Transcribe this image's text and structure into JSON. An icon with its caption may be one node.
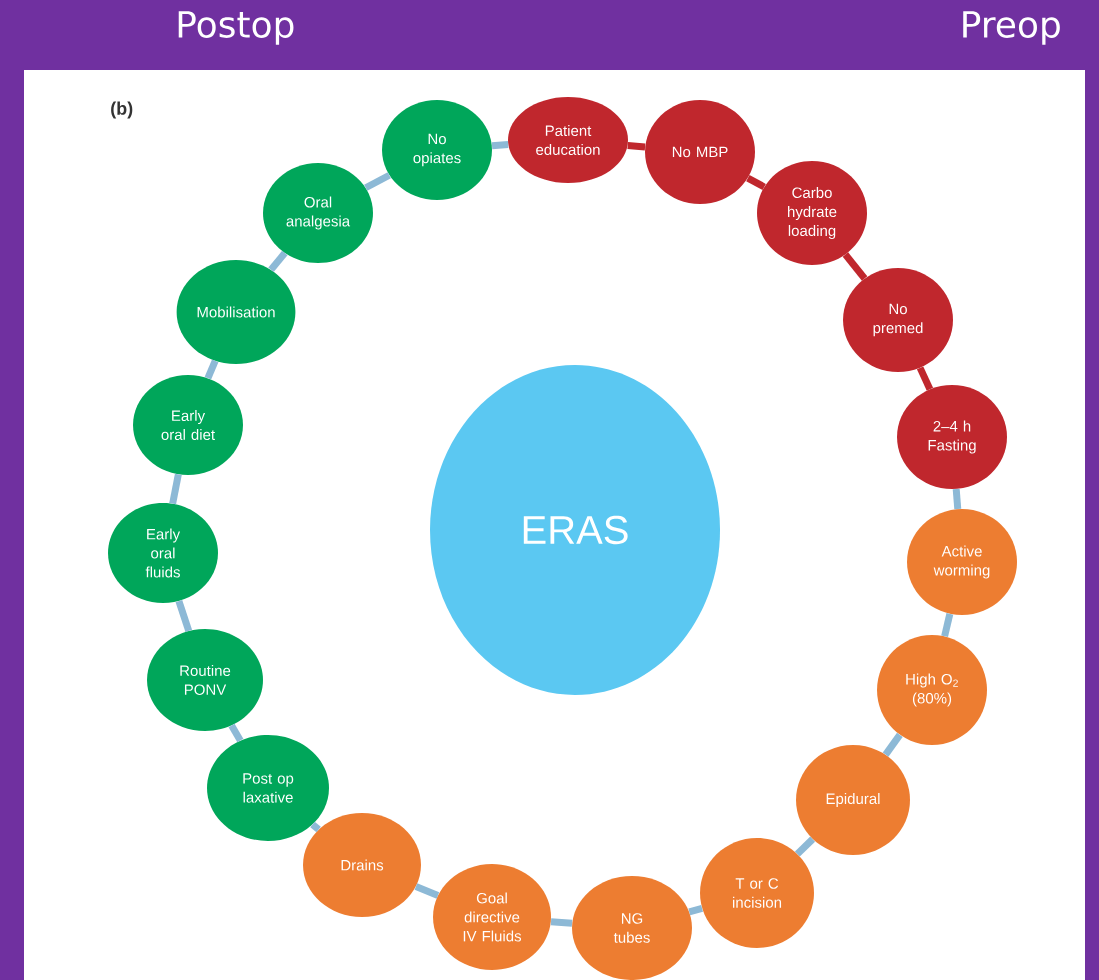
{
  "diagram": {
    "nodes": [
      {
        "text": [
          "Patient education"
        ]
      },
      {
        "text": [
          "No MBP"
        ]
      },
      {
        "text": [
          "Carbo hydrate loading"
        ]
      },
      {
        "text": [
          "No premed"
        ]
      },
      {
        "text": [
          "2–4 h Fasting"
        ]
      },
      {
        "text": [
          "Active worming"
        ]
      },
      {
        "text": [
          "High O$_{2}$ (80%)"
        ]
      },
      {
        "text": [
          "Epidural"
        ]
      },
      {
        "text": [
          "T or C incision"
        ]
      },
      {
        "text": [
          "NG tubes"
        ]
      },
      {
        "text": [
          "Goal directive IV Fluids"
        ]
      },
      {
        "text": [
          "Drains"
        ]
      },
      {
        "text": [
          "Post op laxative"
        ]
      },
      {
        "text": [
          "Routine PONV"
        ]
      },
      {
        "text": [
          "Early oral fluids"
        ]
      },
      {
        "text": [
          "Early oral diet"
        ]
      },
      {
        "text": [
          "Mobilisation"
        ]
      },
      {
        "text": [
          "Oral analgesia"
        ]
      },
      {
        "text": [
          "No opiates"
        ]
      },
      {
        "text": [
          "ERAS"
        ]
      }
    ],
    "edges": [
      {
        "from": 0,
        "to": 1,
        "arrow": "none",
        "color": "#c0272d"
      },
      {
        "from": 1,
        "to": 2,
        "arrow": "none",
        "color": "#c0272d"
      },
      {
        "from": 2,
        "to": 3,
        "arrow": "none",
        "color": "#c0272d"
      },
      {
        "from": 3,
        "to": 4,
        "arrow": "none",
        "color": "#c0272d"
      },
      {
        "from": 4,
        "to": 5,
        "arrow": "none"
      },
      {
        "from": 5,
        "to": 6,
        "arrow": "none"
      },
      {
        "from": 6,
        "to": 7,
        "arrow": "none"
      },
      {
        "from": 7,
        "to": 8,
        "arrow": "none"
      },
      {
        "from": 8,
        "to": 9,
        "arrow": "none"
      },
      {
        "from": 9,
        "to": 10,
        "arrow": "none"
      },
      {
        "from": 10,
        "to": 11,
        "arrow": "none"
      },
      {
        "from": 11,
        "to": 12,
        "arrow": "none"
      },
      {
        "from": 12,
        "to": 13,
        "arrow": "none"
      },
      {
        "from": 13,
        "to": 14,
        "arrow": "none"
      },
      {
        "from": 14,
        "to": 15,
        "arrow": "none"
      },
      {
        "from": 15,
        "to": 16,
        "arrow": "none"
      },
      {
        "from": 16,
        "to": 17,
        "arrow": "none"
      },
      {
        "from": 17,
        "to": 18,
        "arrow": "none"
      },
      {
        "from": 18,
        "to": 0,
        "arrow": "none"
      }
    ],
    "labels": [
      "Postop",
      "Preop",
      "(b)"
    ]
  }
}
